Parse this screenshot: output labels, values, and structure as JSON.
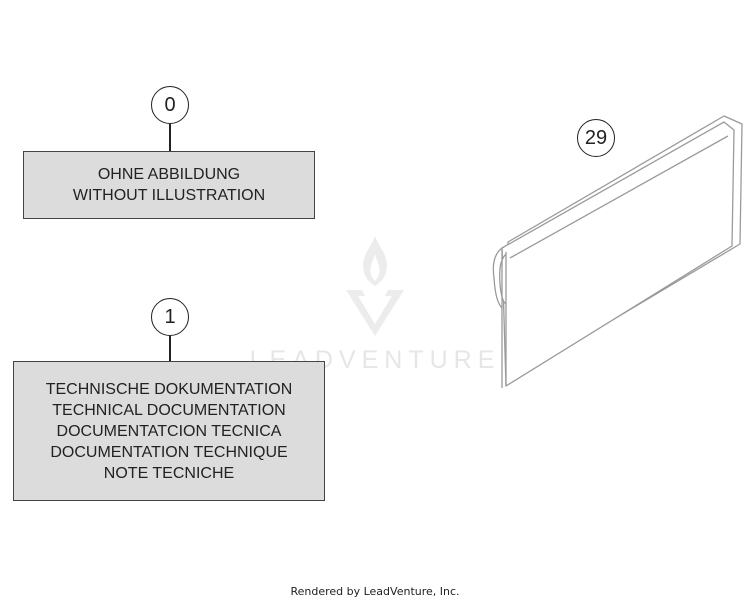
{
  "callouts": [
    {
      "number": "0",
      "lines": [
        "OHNE ABBILDUNG",
        "WITHOUT ILLUSTRATION"
      ]
    },
    {
      "number": "1",
      "lines": [
        "TECHNISCHE DOKUMENTATION",
        "TECHNICAL DOCUMENTATION",
        "DOCUMENTATCION TECNICA",
        "DOCUMENTATION TECHNIQUE",
        "NOTE TECNICHE"
      ]
    },
    {
      "number": "29"
    }
  ],
  "watermark": {
    "text": "LEADVENTURE",
    "icon": "flame-v-logo-icon",
    "color": "#e6e6e6"
  },
  "footer": {
    "text": "Rendered by LeadVenture, Inc."
  },
  "colors": {
    "box_fill": "#dcdcdc",
    "line": "#222222",
    "drawing_stroke": "#9a9a9a"
  }
}
